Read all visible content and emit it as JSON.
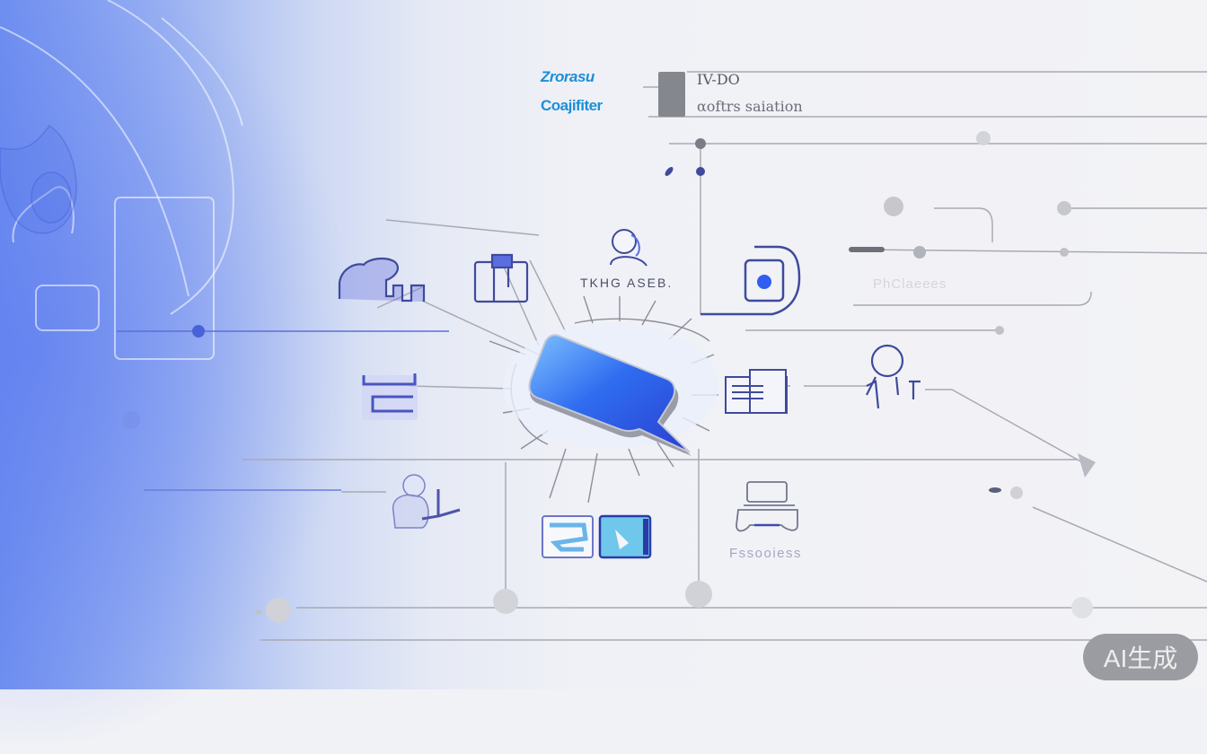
{
  "header": {
    "title_line1": "Zrorasu",
    "title_line2": "Coajifiter",
    "subtitle_line1": "IV-DO",
    "subtitle_line2": "αoftrs saiation"
  },
  "labels": {
    "tasks": "TKHG ASEB.",
    "right_faded": "PhClaeees",
    "bottom": "Fssooiess"
  },
  "badge": {
    "text": "AI生成"
  },
  "icons": [
    "cloud-building-icon",
    "clipboard-icon",
    "user-avatar-icon",
    "speech-bubble-icon",
    "record-button-icon",
    "inbox-tray-icon",
    "printer-icon",
    "person-icon",
    "user-laptop-icon",
    "image-frame-icon",
    "chart-frame-icon",
    "device-tray-icon"
  ],
  "colors": {
    "accent_blue": "#1b8fd8",
    "icon_stroke": "#3f4a9c",
    "bubble_blue": "#2f5ef0",
    "background": "#f1f2f6",
    "badge_bg": "#9a9ca1"
  }
}
